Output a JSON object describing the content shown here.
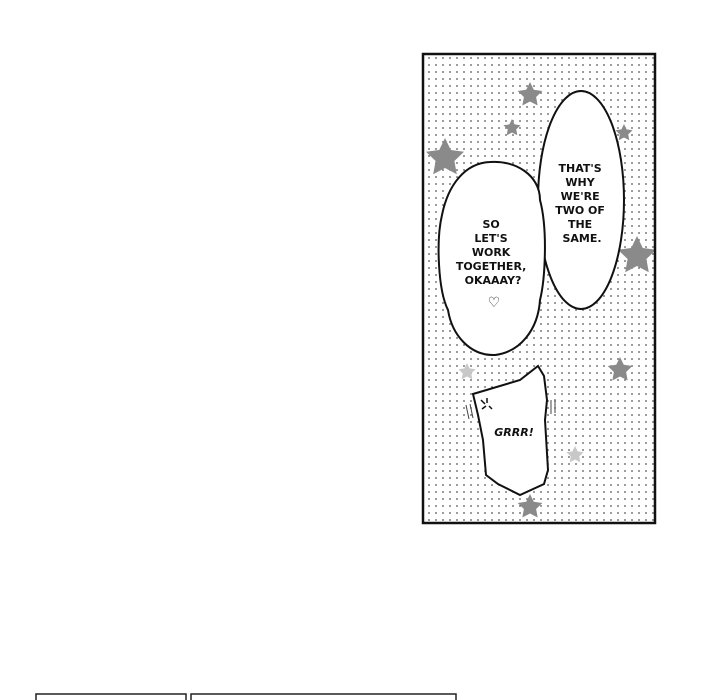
{
  "panel": {
    "bubble_right": [
      "THAT'S",
      "WHY",
      "WE'RE",
      "TWO OF",
      "THE",
      "SAME."
    ],
    "bubble_left": [
      "SO",
      "LET'S",
      "WORK",
      "TOGETHER,",
      "OKAAAY?"
    ],
    "heart": "♡",
    "sfx": "GRRR!"
  }
}
